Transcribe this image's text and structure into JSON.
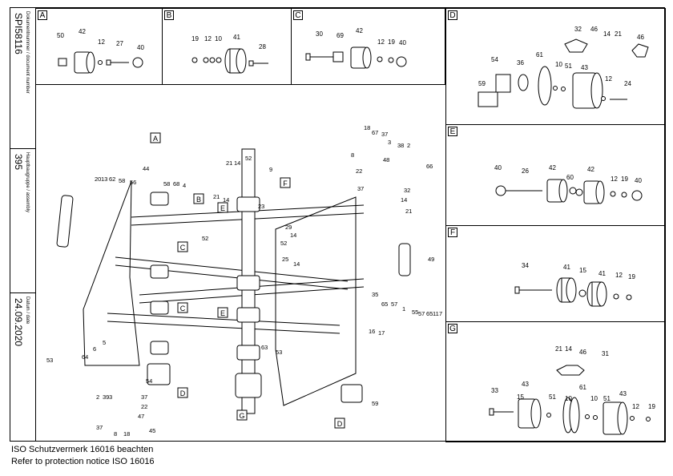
{
  "sidebar": {
    "doc_number_label": "Dokumentnummer / document number",
    "doc_number": "SPI58116",
    "assembly_label": "Hauptbaugruppe / assembly",
    "assembly": "395",
    "date_label": "Datum / date",
    "date": "24.09.2020"
  },
  "panels": {
    "A": "A",
    "B": "B",
    "C": "C",
    "D": "D",
    "E": "E",
    "F": "F",
    "G": "G"
  },
  "footer": {
    "line1": "ISO Schutzvermerk 16016 beachten",
    "line2": "Refer to protection notice ISO 16016"
  }
}
